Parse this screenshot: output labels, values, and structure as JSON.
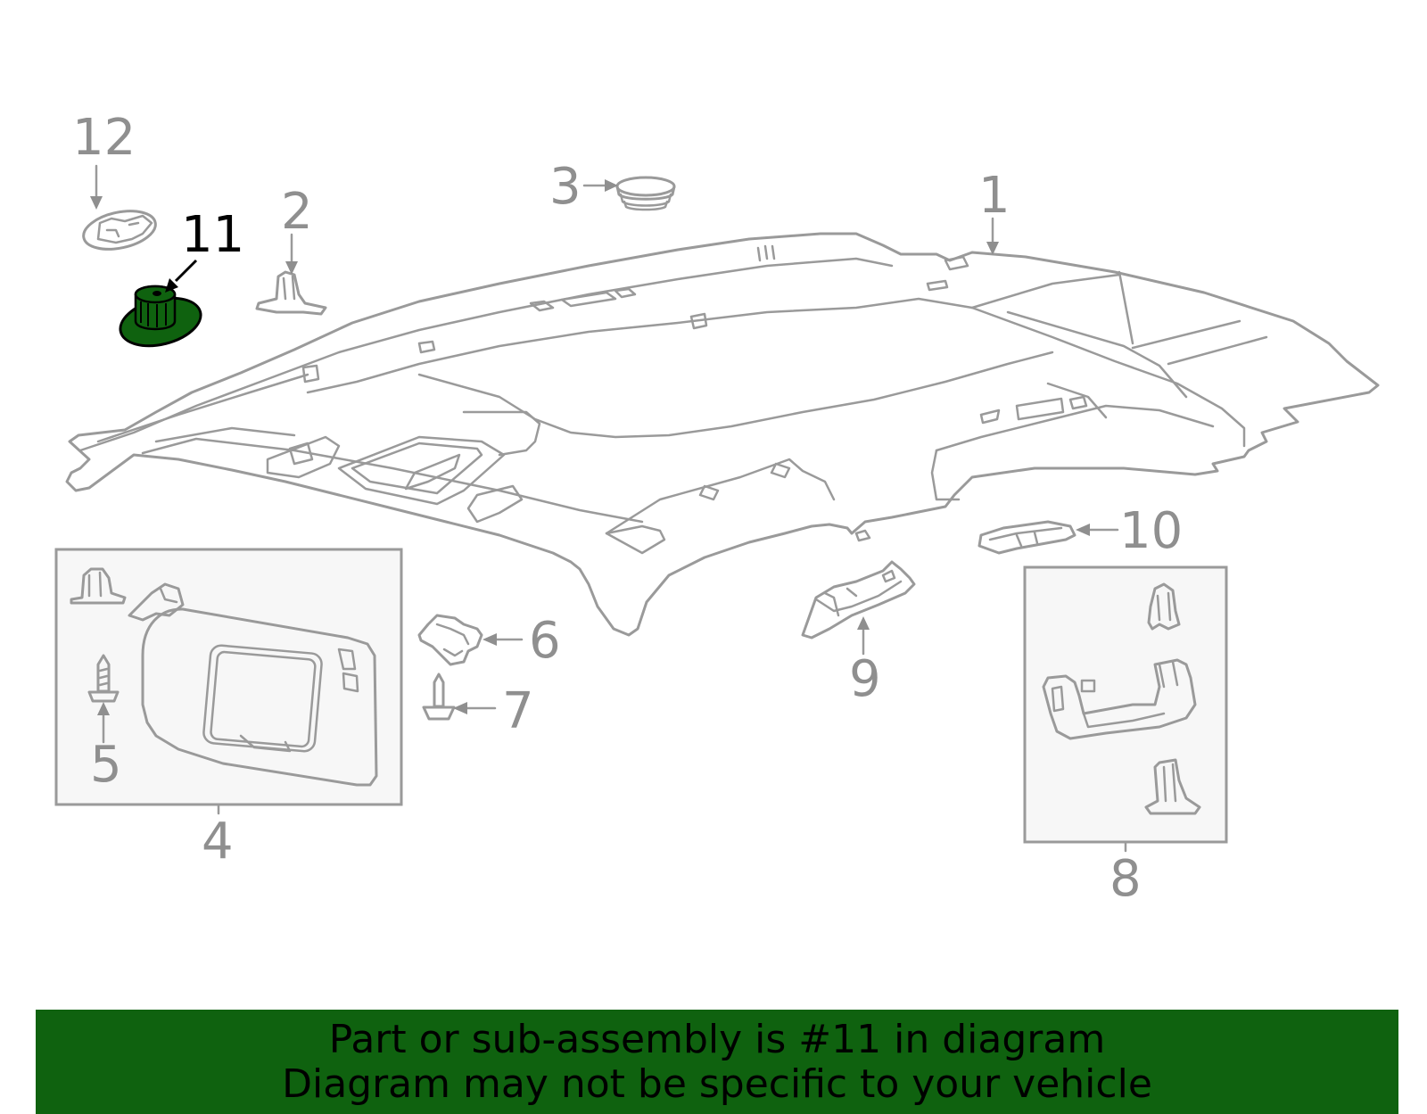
{
  "callouts": [
    {
      "id": "1",
      "text": "1"
    },
    {
      "id": "2",
      "text": "2"
    },
    {
      "id": "3",
      "text": "3"
    },
    {
      "id": "4",
      "text": "4"
    },
    {
      "id": "5",
      "text": "5"
    },
    {
      "id": "6",
      "text": "6"
    },
    {
      "id": "7",
      "text": "7"
    },
    {
      "id": "8",
      "text": "8"
    },
    {
      "id": "9",
      "text": "9"
    },
    {
      "id": "10",
      "text": "10"
    },
    {
      "id": "11",
      "text": "11"
    },
    {
      "id": "12",
      "text": "12"
    }
  ],
  "highlighted_part": "11",
  "colors": {
    "highlight_fill": "#0f620f",
    "outline": "#9a9a9a",
    "label": "#8f8f8f",
    "banner_bg": "#0f620f"
  },
  "banner": {
    "line1": "Part or sub-assembly is #11 in diagram",
    "line2": "Diagram may not be specific to your vehicle"
  }
}
